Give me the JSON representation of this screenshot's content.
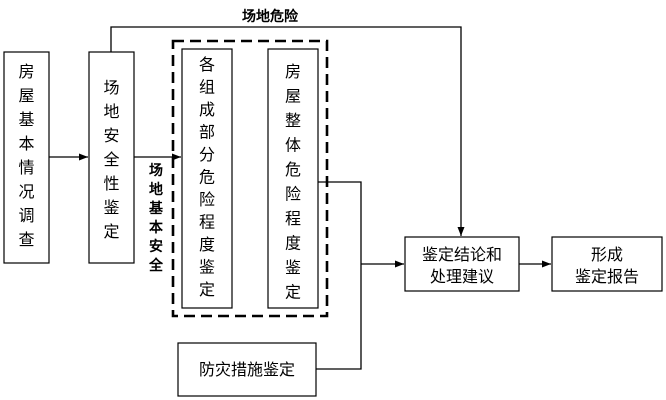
{
  "nodes": {
    "house_survey": {
      "label": "房屋基本情况调查"
    },
    "site_safety": {
      "label": "场地安全性鉴定"
    },
    "component_danger": {
      "label": "各组成部分危险程度鉴定"
    },
    "overall_danger": {
      "label": "房屋整体危险程度鉴定"
    },
    "disaster_prevention": {
      "label": "防灾措施鉴定"
    },
    "conclusion": {
      "line1": "鉴定结论和",
      "line2": "处理建议"
    },
    "report": {
      "line1": "形成",
      "line2": "鉴定报告"
    }
  },
  "edges": {
    "site_danger": {
      "label": "场地危险"
    },
    "site_safe": {
      "label": "场地基本安全"
    }
  }
}
